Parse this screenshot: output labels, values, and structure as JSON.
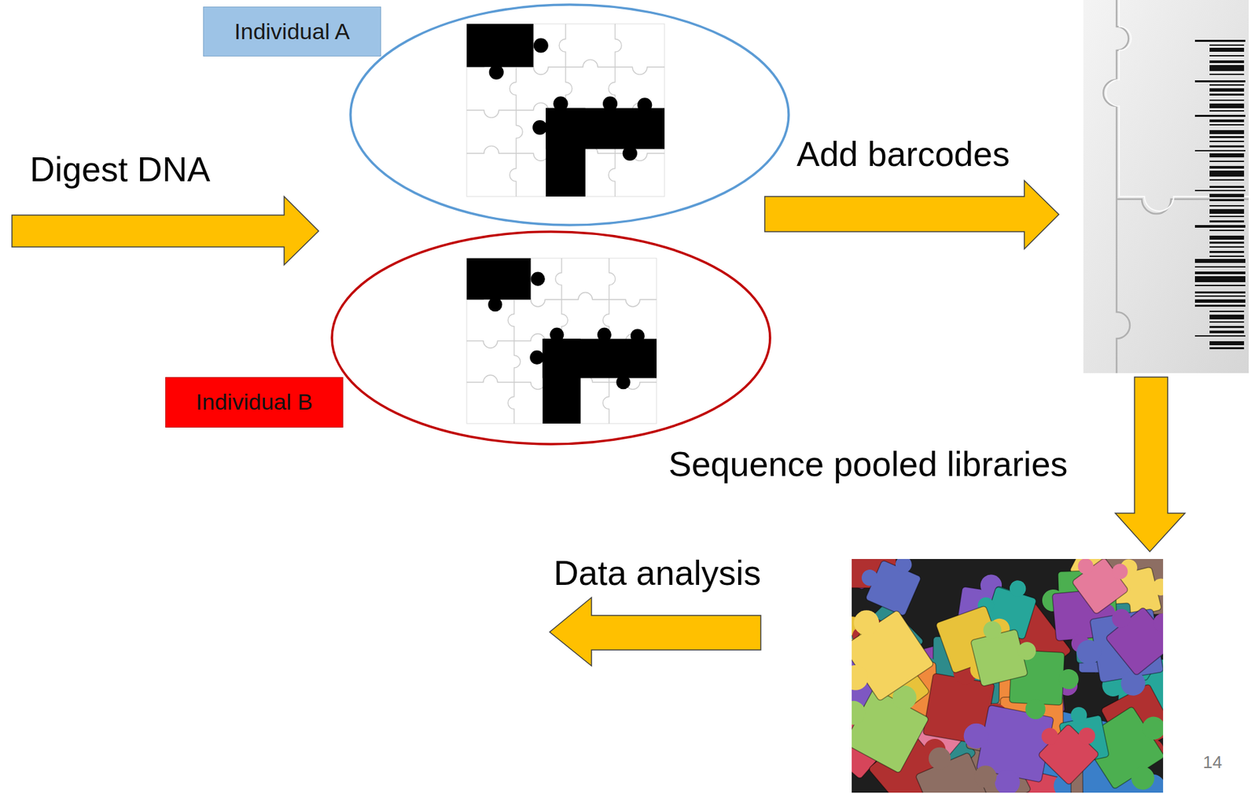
{
  "diagram": {
    "nodes": [
      {
        "text": [
          "Individual A"
        ]
      },
      {
        "text": [
          "Individual B"
        ]
      }
    ],
    "labels": [
      "Digest DNA",
      "Add barcodes",
      "Sequence pooled libraries",
      "Data analysis",
      "14"
    ]
  }
}
